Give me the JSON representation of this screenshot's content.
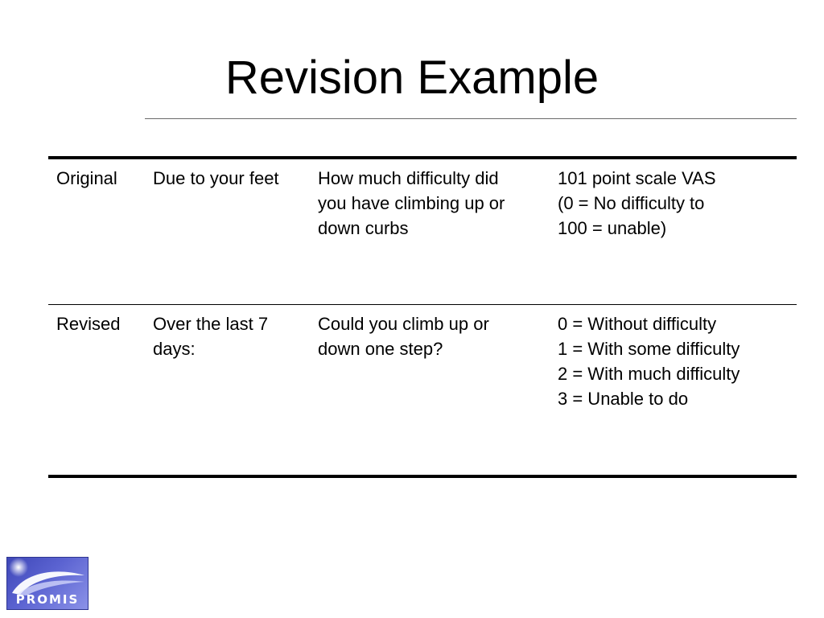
{
  "slide": {
    "title": "Revision Example"
  },
  "table": {
    "rows": [
      {
        "label": "Original",
        "context": [
          "Due to your feet"
        ],
        "question": [
          "How much difficulty did",
          "you have climbing up or",
          "down curbs"
        ],
        "response": [
          "101 point scale VAS",
          "(0 = No difficulty to",
          "100 = unable)"
        ]
      },
      {
        "label": "Revised",
        "context": [
          "Over the last 7",
          "days:"
        ],
        "question": [
          "Could you climb up or",
          "down one step?"
        ],
        "response": [
          "0 = Without difficulty",
          "1 = With some difficulty",
          "2 = With much difficulty",
          "3 = Unable to do"
        ]
      }
    ]
  },
  "logo": {
    "text": "PROMIS",
    "icon": "promis-logo-icon",
    "colors": {
      "background": "#4a52c4",
      "text": "#ffffff"
    }
  }
}
